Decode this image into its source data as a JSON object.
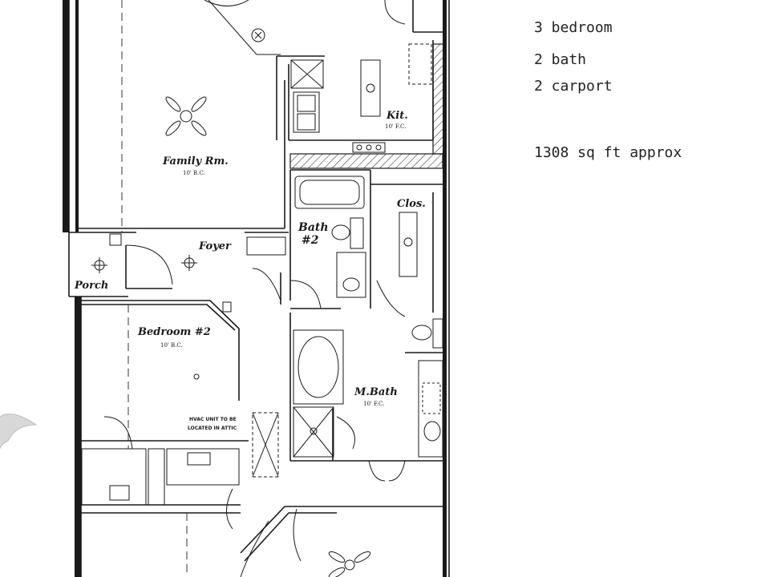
{
  "summary": {
    "bedrooms": "3 bedroom",
    "baths": "2 bath",
    "carport": "2 carport",
    "area": "1308 sq ft approx"
  },
  "rooms": {
    "family": {
      "name": "Family Rm.",
      "ceiling": "10' B.C."
    },
    "kitchen": {
      "name": "Kit.",
      "ceiling": "10' F.C."
    },
    "bath2_line1": "Bath",
    "bath2_line2": "#2",
    "closet": "Clos.",
    "foyer": "Foyer",
    "porch": "Porch",
    "bedroom2": {
      "name": "Bedroom #2",
      "ceiling": "10' B.C."
    },
    "mbath": {
      "name": "M.Bath",
      "ceiling": "10' F.C."
    }
  },
  "notes": {
    "hvac_line1": "HVAC UNIT TO BE",
    "hvac_line2": "LOCATED IN ATTIC"
  }
}
